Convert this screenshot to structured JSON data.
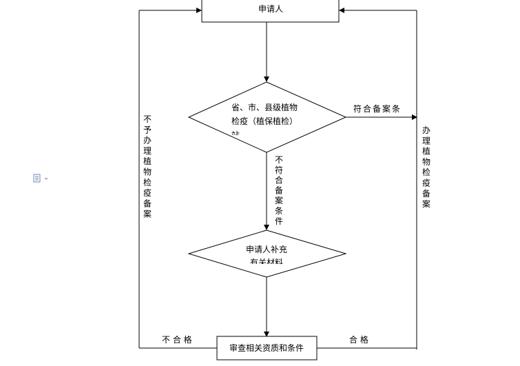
{
  "nodes": {
    "applicant": "申请人",
    "review_line1": "省、市、县级植物",
    "review_line2": "检疫（植保植检）",
    "review_line3": "站",
    "supplement_line1": "申请人补充",
    "supplement_line2": "有关材料",
    "examine": "审查相关资质和条件"
  },
  "edges": {
    "meets_conditions": "符合备案条",
    "not_meet": [
      "不",
      "符",
      "合",
      "备",
      "案",
      "条",
      "件"
    ],
    "reject": [
      "不",
      "予",
      "办",
      "理",
      "植",
      "物",
      "检",
      "疫",
      "备",
      "案"
    ],
    "approve": [
      "办",
      "理",
      "植",
      "物",
      "检",
      "疫",
      "备",
      "案"
    ],
    "unqualified": "不 合 格",
    "qualified": "合 格"
  },
  "icons": {
    "doc_options": "paste-options-icon"
  },
  "colors": {
    "line": "#000000",
    "icon": "#6b87b8"
  }
}
